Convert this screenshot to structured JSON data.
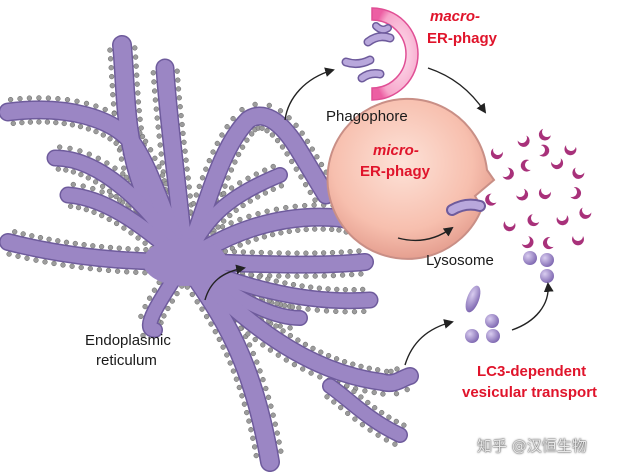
{
  "diagram": {
    "labels": {
      "macro_line1": "macro-",
      "macro_line2": "ER-phagy",
      "micro_line1": "micro-",
      "micro_line2": "ER-phagy",
      "phagophore": "Phagophore",
      "lysosome": "Lysosome",
      "er_line1": "Endoplasmic",
      "er_line2": "reticulum",
      "lc3_line1": "LC3-dependent",
      "lc3_line2": "vesicular transport"
    },
    "watermark": "知乎 @汉恒生物"
  },
  "colors": {
    "er_fill": "#9b86c4",
    "er_stroke": "#6e5b9c",
    "ribosome": "#9c9c9c",
    "lysosome_fill": "#f7c2b2",
    "lysosome_stroke": "#c98f86",
    "phagophore": "#ec6bab",
    "label_red": "#e0142b"
  }
}
